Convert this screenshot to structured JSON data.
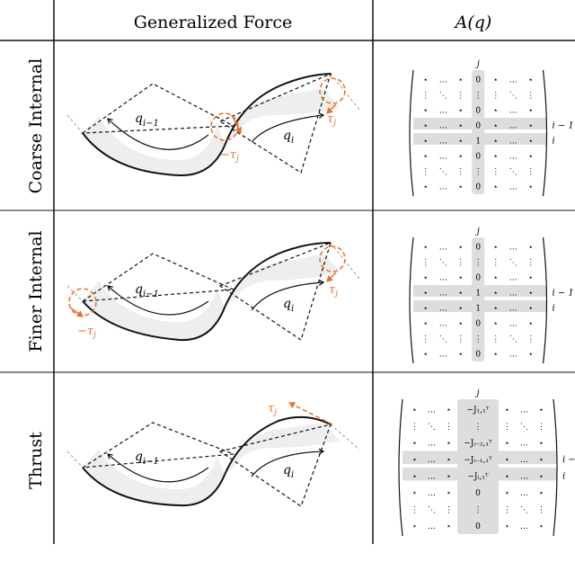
{
  "header": {
    "col1": "Generalized Force",
    "col2": "A(q)"
  },
  "rows": [
    {
      "label": "Coarse Internal",
      "q_prev": "q",
      "q_prev_sub": "i−1",
      "q_cur": "q",
      "q_cur_sub": "i",
      "tau_pos": "τ",
      "tau_neg": "−τ",
      "tau_sub": "j",
      "matrix": {
        "col_label": "j",
        "row_labels": [
          "i − 1",
          "i"
        ],
        "rows": [
          [
            "⋆",
            "…",
            "⋆",
            "0",
            "⋆",
            "…",
            "⋆"
          ],
          [
            "⋮",
            "⋱",
            "⋮",
            "⋮",
            "⋮",
            "⋱",
            "⋮"
          ],
          [
            "⋆",
            "…",
            "⋆",
            "0",
            "⋆",
            "…",
            "⋆"
          ],
          [
            "⋆",
            "…",
            "⋆",
            "0",
            "⋆",
            "…",
            "⋆"
          ],
          [
            "⋆",
            "…",
            "⋆",
            "1",
            "⋆",
            "…",
            "⋆"
          ],
          [
            "⋆",
            "…",
            "⋆",
            "0",
            "⋆",
            "…",
            "⋆"
          ],
          [
            "⋮",
            "⋱",
            "⋮",
            "⋮",
            "⋮",
            "⋱",
            "⋮"
          ],
          [
            "⋆",
            "…",
            "⋆",
            "0",
            "⋆",
            "…",
            "⋆"
          ]
        ]
      }
    },
    {
      "label": "Finer Internal",
      "q_prev": "q",
      "q_prev_sub": "i−1",
      "q_cur": "q",
      "q_cur_sub": "i",
      "tau_pos": "τ",
      "tau_neg": "−τ",
      "tau_sub": "j",
      "matrix": {
        "col_label": "j",
        "row_labels": [
          "i − 1",
          "i"
        ],
        "rows": [
          [
            "⋆",
            "…",
            "⋆",
            "0",
            "⋆",
            "…",
            "⋆"
          ],
          [
            "⋮",
            "⋱",
            "⋮",
            "⋮",
            "⋮",
            "⋱",
            "⋮"
          ],
          [
            "⋆",
            "…",
            "⋆",
            "0",
            "⋆",
            "…",
            "⋆"
          ],
          [
            "⋆",
            "…",
            "⋆",
            "1",
            "⋆",
            "…",
            "⋆"
          ],
          [
            "⋆",
            "…",
            "⋆",
            "1",
            "⋆",
            "…",
            "⋆"
          ],
          [
            "⋆",
            "…",
            "⋆",
            "0",
            "⋆",
            "…",
            "⋆"
          ],
          [
            "⋮",
            "⋱",
            "⋮",
            "⋮",
            "⋮",
            "⋱",
            "⋮"
          ],
          [
            "⋆",
            "…",
            "⋆",
            "0",
            "⋆",
            "…",
            "⋆"
          ]
        ]
      }
    },
    {
      "label": "Thrust",
      "q_prev": "q",
      "q_prev_sub": "i−1",
      "q_cur": "q",
      "q_cur_sub": "i",
      "tau_pos": "τ",
      "tau_sub": "j",
      "matrix": {
        "col_label": "j",
        "row_labels": [
          "i − 1",
          "i"
        ],
        "rows": [
          [
            "⋆",
            "…",
            "⋆",
            "−J₁,₁ᵀ",
            "⋆",
            "…",
            "⋆"
          ],
          [
            "⋮",
            "⋱",
            "⋮",
            "⋮",
            "⋮",
            "⋱",
            "⋮"
          ],
          [
            "⋆",
            "…",
            "⋆",
            "−Jᵢ₋₂,₁ᵀ",
            "⋆",
            "…",
            "⋆"
          ],
          [
            "⋆",
            "…",
            "⋆",
            "−Jᵢ₋₁,₁ᵀ",
            "⋆",
            "…",
            "⋆"
          ],
          [
            "⋆",
            "…",
            "⋆",
            "−Jᵢ,₁ᵀ",
            "⋆",
            "…",
            "⋆"
          ],
          [
            "⋆",
            "…",
            "⋆",
            "0",
            "⋆",
            "…",
            "⋆"
          ],
          [
            "⋮",
            "⋱",
            "⋮",
            "⋮",
            "⋮",
            "⋱",
            "⋮"
          ],
          [
            "⋆",
            "…",
            "⋆",
            "0",
            "⋆",
            "…",
            "⋆"
          ]
        ]
      }
    }
  ]
}
